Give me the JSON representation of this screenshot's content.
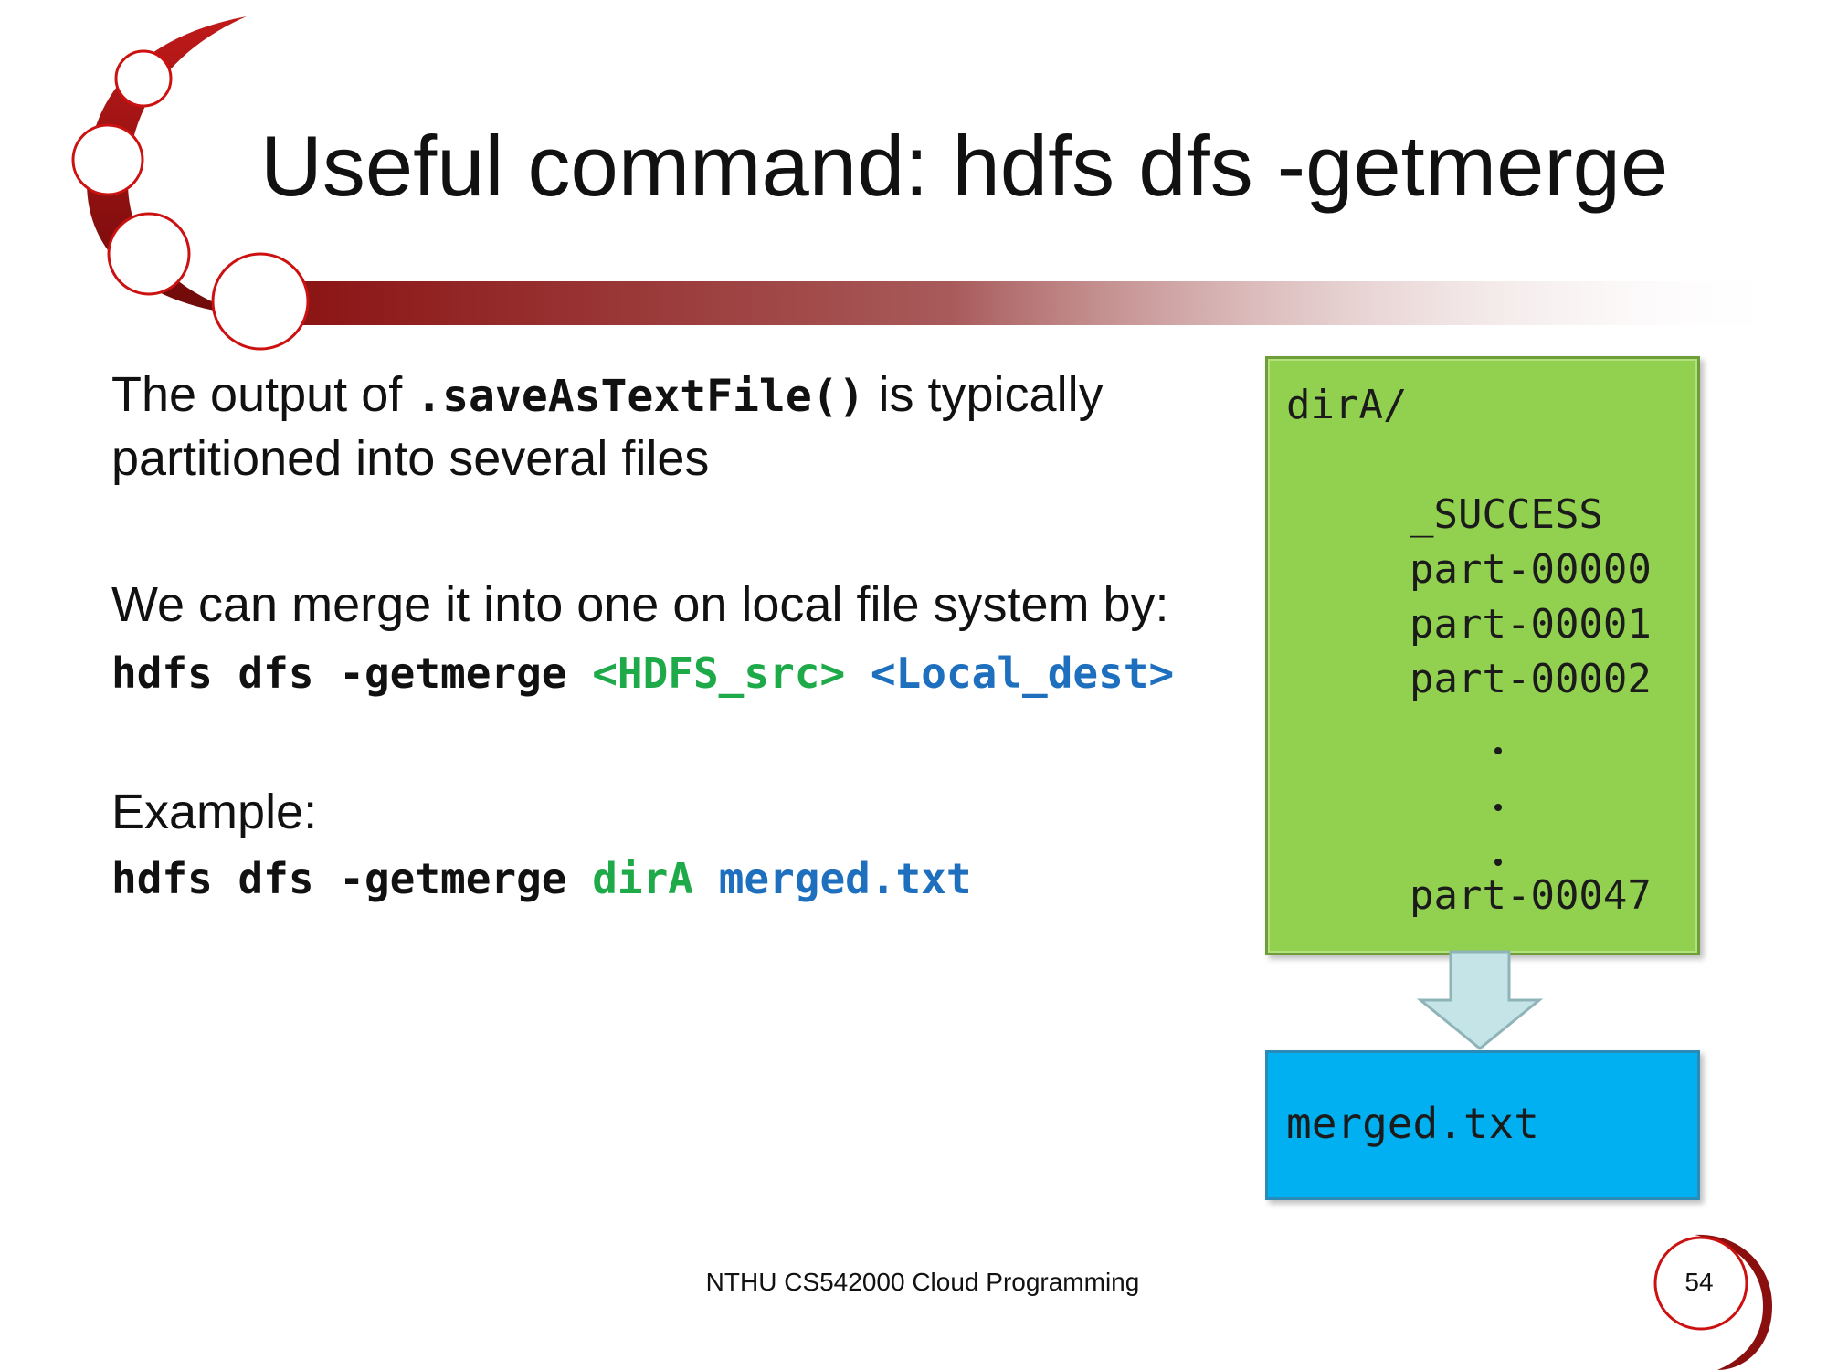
{
  "slide": {
    "title": "Useful command: hdfs dfs -getmerge",
    "para1_prefix": "The output of ",
    "para1_code": ".saveAsTextFile()",
    "para1_suffix": " is typically",
    "para1_line2": "partitioned into several files",
    "para2": "We can merge it into one on local file system by:",
    "syntax": {
      "cmd": "hdfs dfs -getmerge ",
      "src": "<HDFS_src>",
      "space": " ",
      "dest": "<Local_dest>"
    },
    "example_label": "Example:",
    "example": {
      "cmd": "hdfs dfs -getmerge ",
      "src": "dirA",
      "space": " ",
      "dest": "merged.txt"
    }
  },
  "tree": {
    "root": "dirA/",
    "files": [
      "_SUCCESS",
      "part-00000",
      "part-00001",
      "part-00002"
    ],
    "last_file": "part-00047"
  },
  "merged_box": {
    "label": "merged.txt"
  },
  "footer": {
    "course": "NTHU CS542000 Cloud Programming",
    "page_number": "54"
  },
  "colors": {
    "accent_red": "#b3151b",
    "tree_box": "#92d050",
    "merged_box": "#00b0f0",
    "arrow": "#c5e4e8",
    "code_green": "#1faa4a",
    "code_blue": "#1f6fbf"
  },
  "icons": [
    "swoosh-decoration",
    "down-arrow-icon"
  ]
}
